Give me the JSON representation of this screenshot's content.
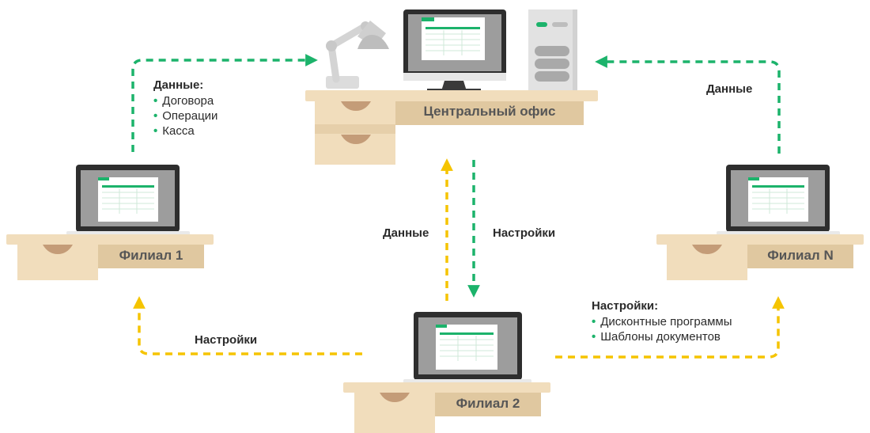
{
  "nodes": {
    "central": "Центральный офис",
    "branch1": "Филиал 1",
    "branch2": "Филиал 2",
    "branchN": "Филиал N"
  },
  "links": {
    "branch1_to_central": {
      "title": "Данные:",
      "items": [
        "Договора",
        "Операции",
        "Касса"
      ]
    },
    "branchN_to_central": {
      "label": "Данные"
    },
    "branch2_to_central": {
      "label": "Данные"
    },
    "central_to_branch2": {
      "label": "Настройки"
    },
    "branch2_to_branch1": {
      "label": "Настройки"
    },
    "branch2_to_branchN": {
      "title": "Настройки:",
      "items": [
        "Дисконтные программы",
        "Шаблоны документов"
      ]
    }
  },
  "colors": {
    "data_flow": "#1cb36b",
    "settings_flow": "#f5c400",
    "desk": "#f1ddbc",
    "desk_shadow": "#e0c8a0",
    "drawer_handle": "#c49c78",
    "screen": "#9d9d9d",
    "laptop_frame": "#2e2e2e"
  }
}
